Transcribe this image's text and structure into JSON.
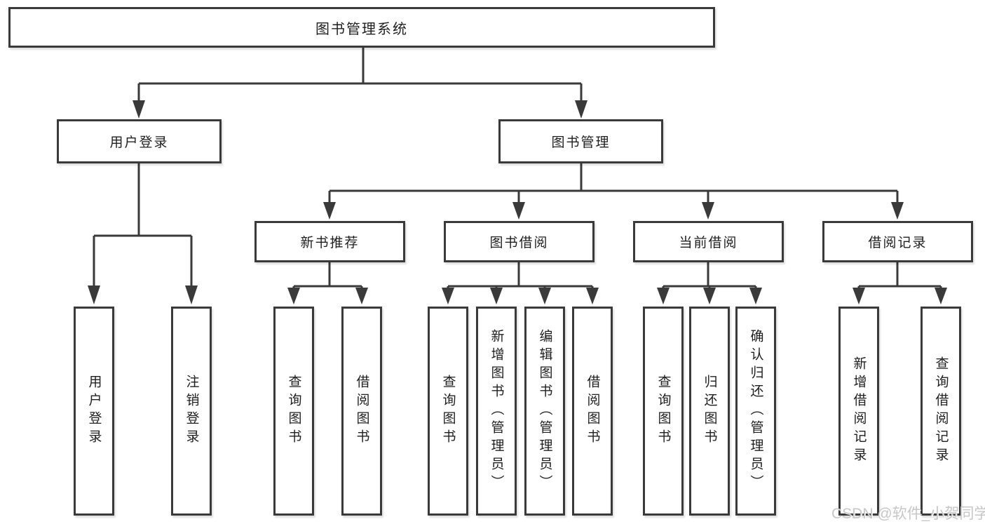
{
  "watermark": "CSDN @软件_小贺同学",
  "colors": {
    "line": "#3a3a3a",
    "box_border": "#3a3a3a",
    "box_fill": "#ffffff",
    "text": "#1f1f1f",
    "watermark": "#c7c7c7"
  },
  "diagram": {
    "root": {
      "label": "图书管理系统"
    },
    "branches": [
      {
        "label": "用户登录",
        "children": [
          {
            "label": "用户登录"
          },
          {
            "label": "注销登录"
          }
        ]
      },
      {
        "label": "图书管理",
        "children": [
          {
            "label": "新书推荐",
            "children": [
              {
                "label": "查询图书"
              },
              {
                "label": "借阅图书"
              }
            ]
          },
          {
            "label": "图书借阅",
            "children": [
              {
                "label": "查询图书"
              },
              {
                "label": "新增图书（管理员）"
              },
              {
                "label": "编辑图书（管理员）"
              },
              {
                "label": "借阅图书"
              }
            ]
          },
          {
            "label": "当前借阅",
            "children": [
              {
                "label": "查询图书"
              },
              {
                "label": "归还图书"
              },
              {
                "label": "确认归还（管理员）"
              }
            ]
          },
          {
            "label": "借阅记录",
            "children": [
              {
                "label": "新增借阅记录"
              },
              {
                "label": "查询借阅记录"
              }
            ]
          }
        ]
      }
    ]
  }
}
